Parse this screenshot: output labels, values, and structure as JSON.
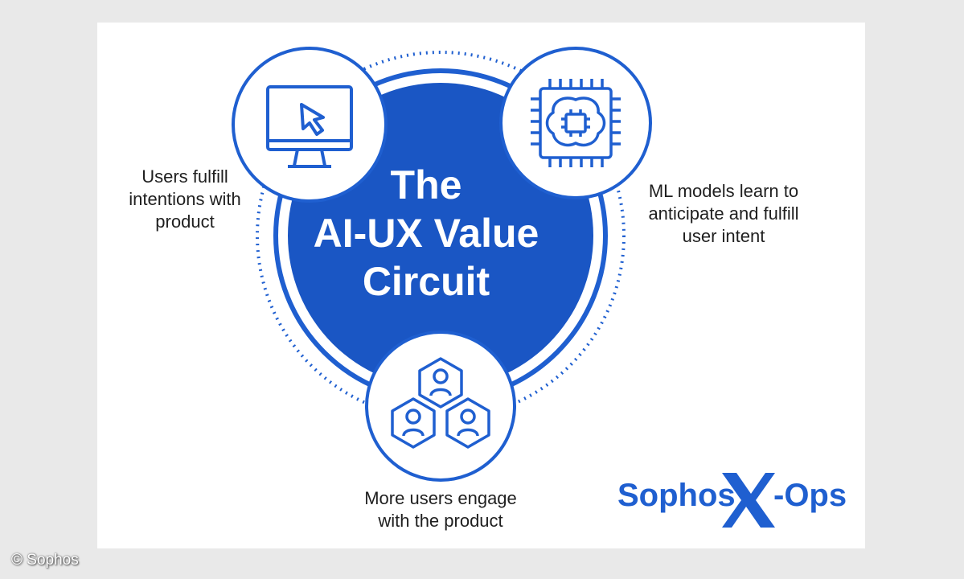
{
  "center_title": "The\nAI-UX Value\nCircuit",
  "nodes": {
    "users": {
      "label": "Users fulfill\nintentions with\nproduct",
      "icon": "monitor-cursor-icon"
    },
    "ml": {
      "label": "ML models learn to\nanticipate and fulfill\nuser intent",
      "icon": "chip-brain-icon"
    },
    "engage": {
      "label": "More users engage\nwith the product",
      "icon": "users-hexagon-icon"
    }
  },
  "logo": {
    "left": "Sophos",
    "right": "-Ops"
  },
  "copyright": "© Sophos",
  "colors": {
    "brand_blue": "#1f5fd0",
    "dark_blue": "#1a56c4",
    "ring": "#2a6ad6"
  }
}
